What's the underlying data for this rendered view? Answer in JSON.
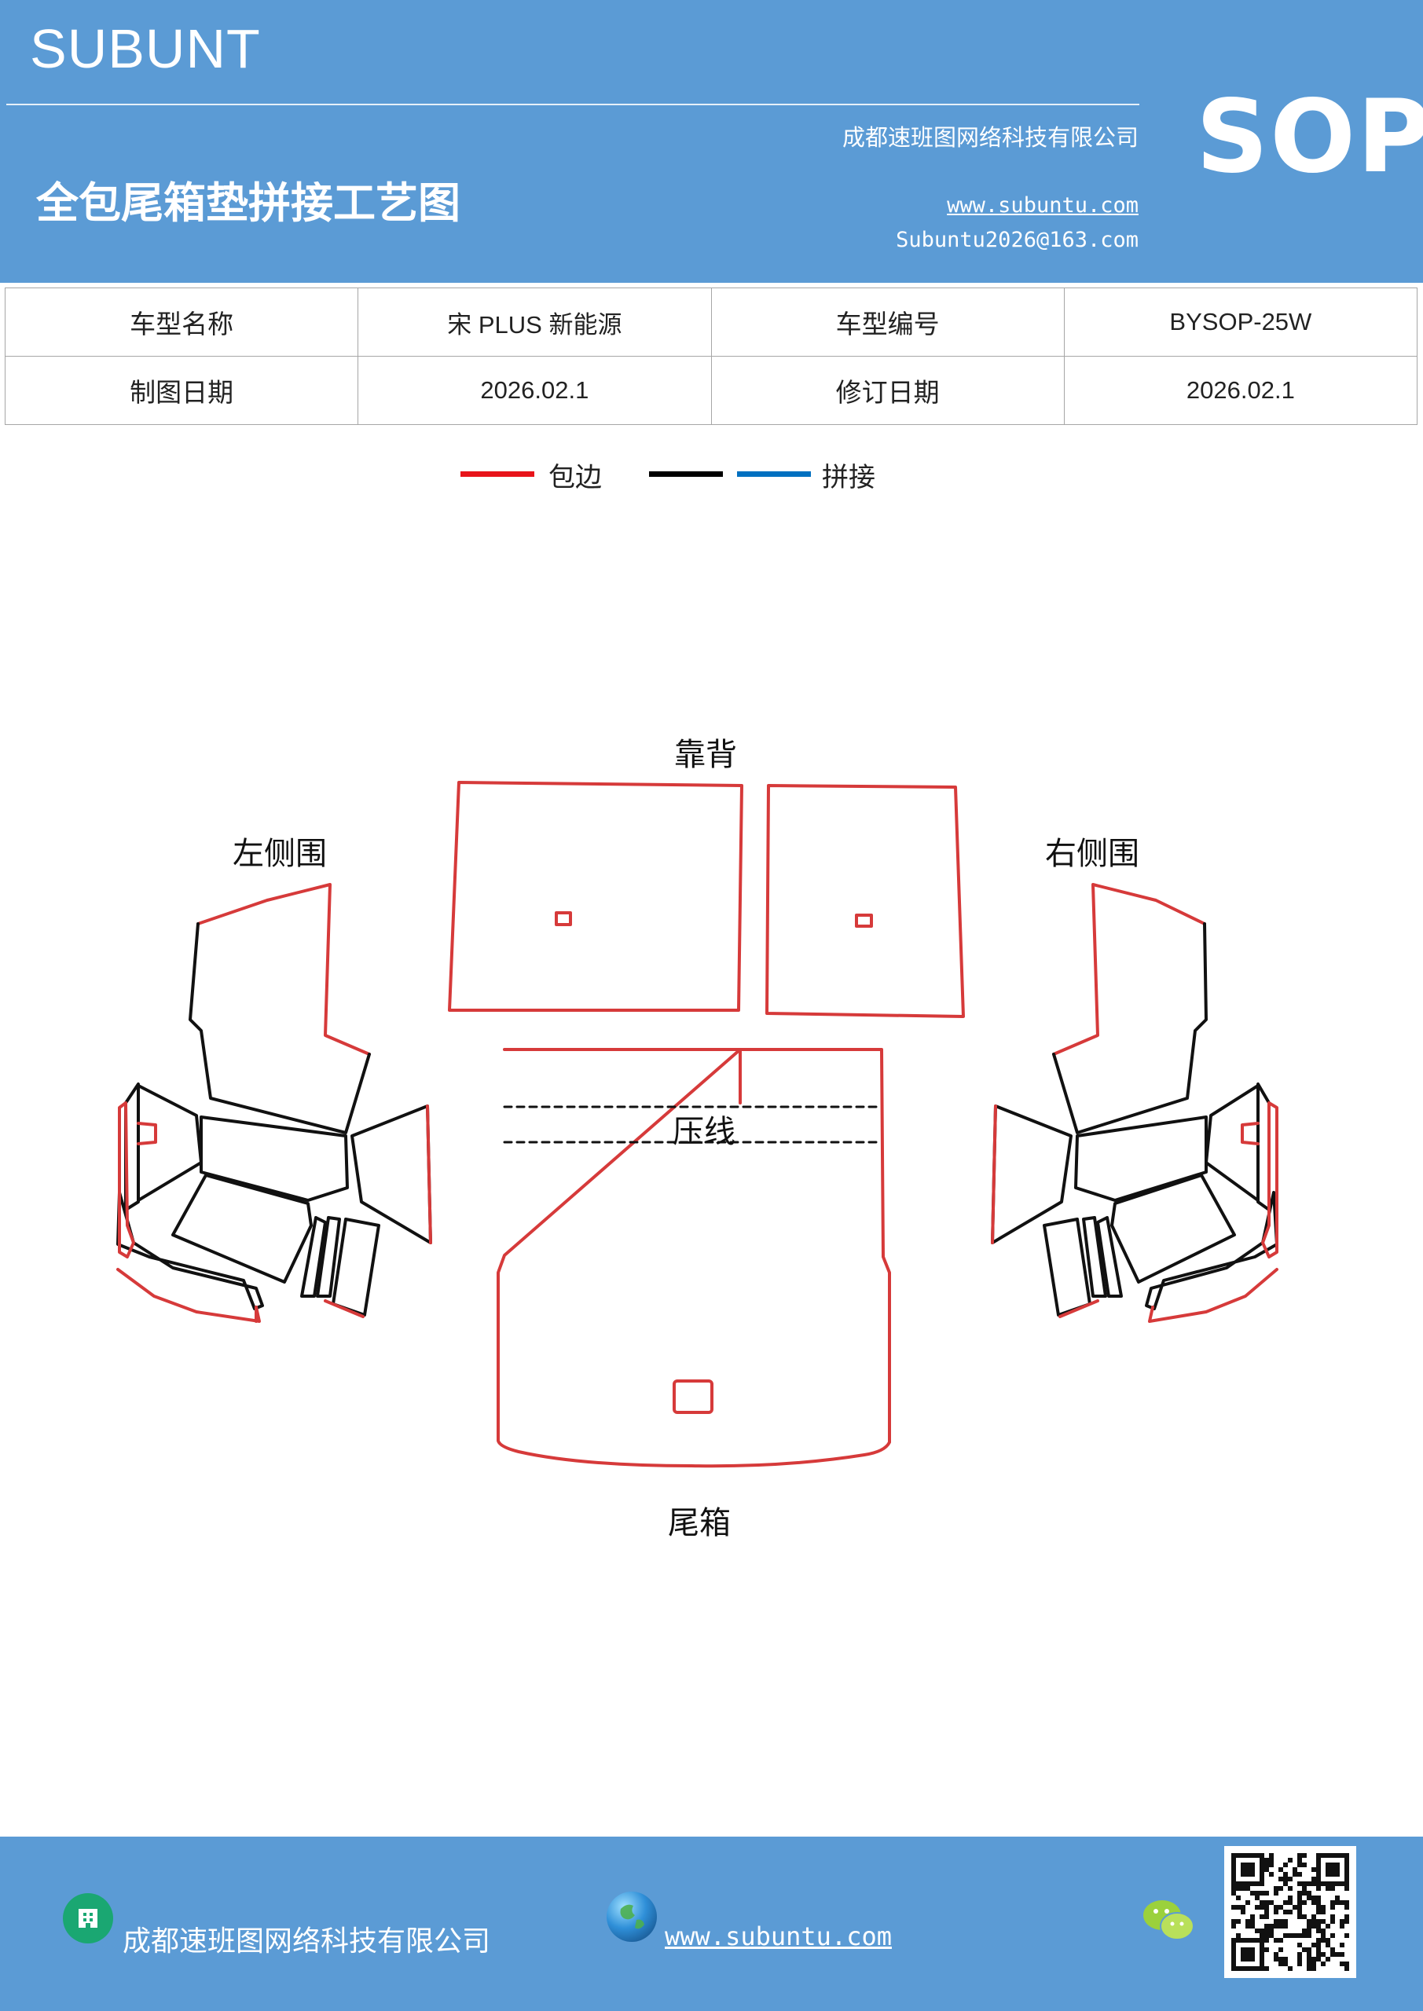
{
  "header": {
    "brand": "SUBUNT",
    "title": "全包尾箱垫拼接工艺图",
    "company": "成都速班图网络科技有限公司",
    "website": "www.subuntu.com",
    "email": "Subuntu2026@163.com",
    "badge": "SOP"
  },
  "info_table": {
    "rows": [
      [
        "车型名称",
        "宋 PLUS 新能源",
        "车型编号",
        "BYSOP-25W"
      ],
      [
        "制图日期",
        "2026.02.1",
        "修订日期",
        "2026.02.1"
      ]
    ]
  },
  "legend": {
    "items": [
      {
        "label": "包边",
        "color": "#e8141a"
      },
      {
        "label": "",
        "color": "#000000"
      },
      {
        "label": "拼接",
        "color": "#0070c0"
      }
    ]
  },
  "diagram": {
    "labels": {
      "backrest": "靠背",
      "left_side": "左侧围",
      "right_side": "右侧围",
      "press_line": "压线",
      "trunk": "尾箱"
    },
    "colors": {
      "edge": "#d63a3a",
      "seam": "#111111"
    }
  },
  "footer": {
    "company": "成都速班图网络科技有限公司",
    "website": "www.subuntu.com",
    "icons": [
      "building-icon",
      "globe-icon",
      "wechat-icon",
      "qr-code"
    ]
  }
}
